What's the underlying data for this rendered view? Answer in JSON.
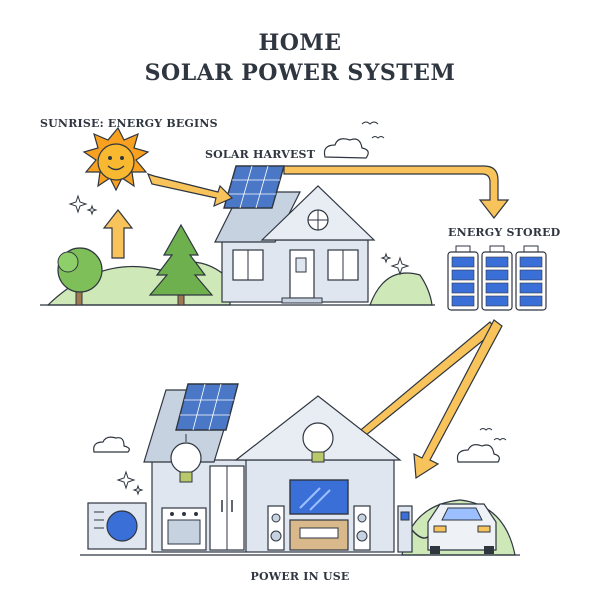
{
  "title": {
    "line1": "HOME",
    "line2": "SOLAR POWER SYSTEM"
  },
  "labels": {
    "sunrise": "SUNRISE: ENERGY BEGINS",
    "harvest": "SOLAR HARVEST",
    "stored": "ENERGY STORED",
    "use": "POWER IN USE"
  },
  "colors": {
    "arrow": "#f7c35a",
    "outline": "#2f3640",
    "house": "#dfe6ef",
    "panel": "#4a78c6",
    "battery": "#3b6fd8",
    "tree": "#7fbf5a",
    "ground": "#cfe8b8",
    "sun": "#f8a020"
  }
}
